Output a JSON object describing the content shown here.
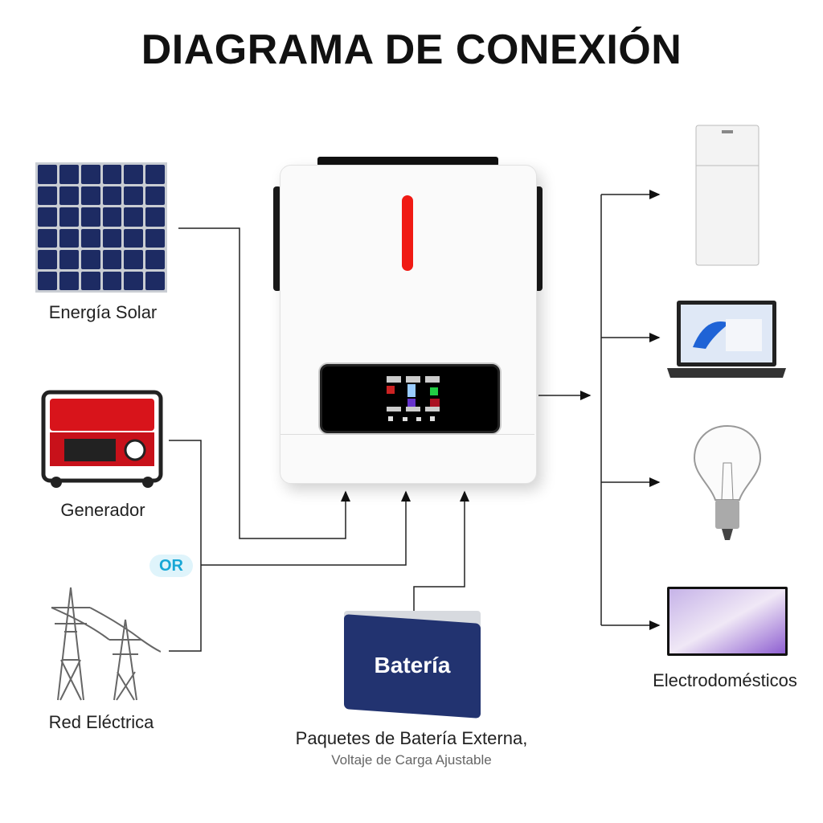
{
  "title": "DIAGRAMA DE CONEXIÓN",
  "inputs": {
    "solar": "Energía Solar",
    "generator": "Generador",
    "or_badge": "OR",
    "grid": "Red Eléctrica"
  },
  "battery": {
    "label": "Batería",
    "caption_line1": "Paquetes de Batería Externa,",
    "caption_line2": "Voltaje de Carga Ajustable"
  },
  "outputs": {
    "label": "Electrodomésticos"
  },
  "colors": {
    "accent_red": "#f01a14",
    "battery_blue": "#223370",
    "badge": "#17a7d6"
  }
}
